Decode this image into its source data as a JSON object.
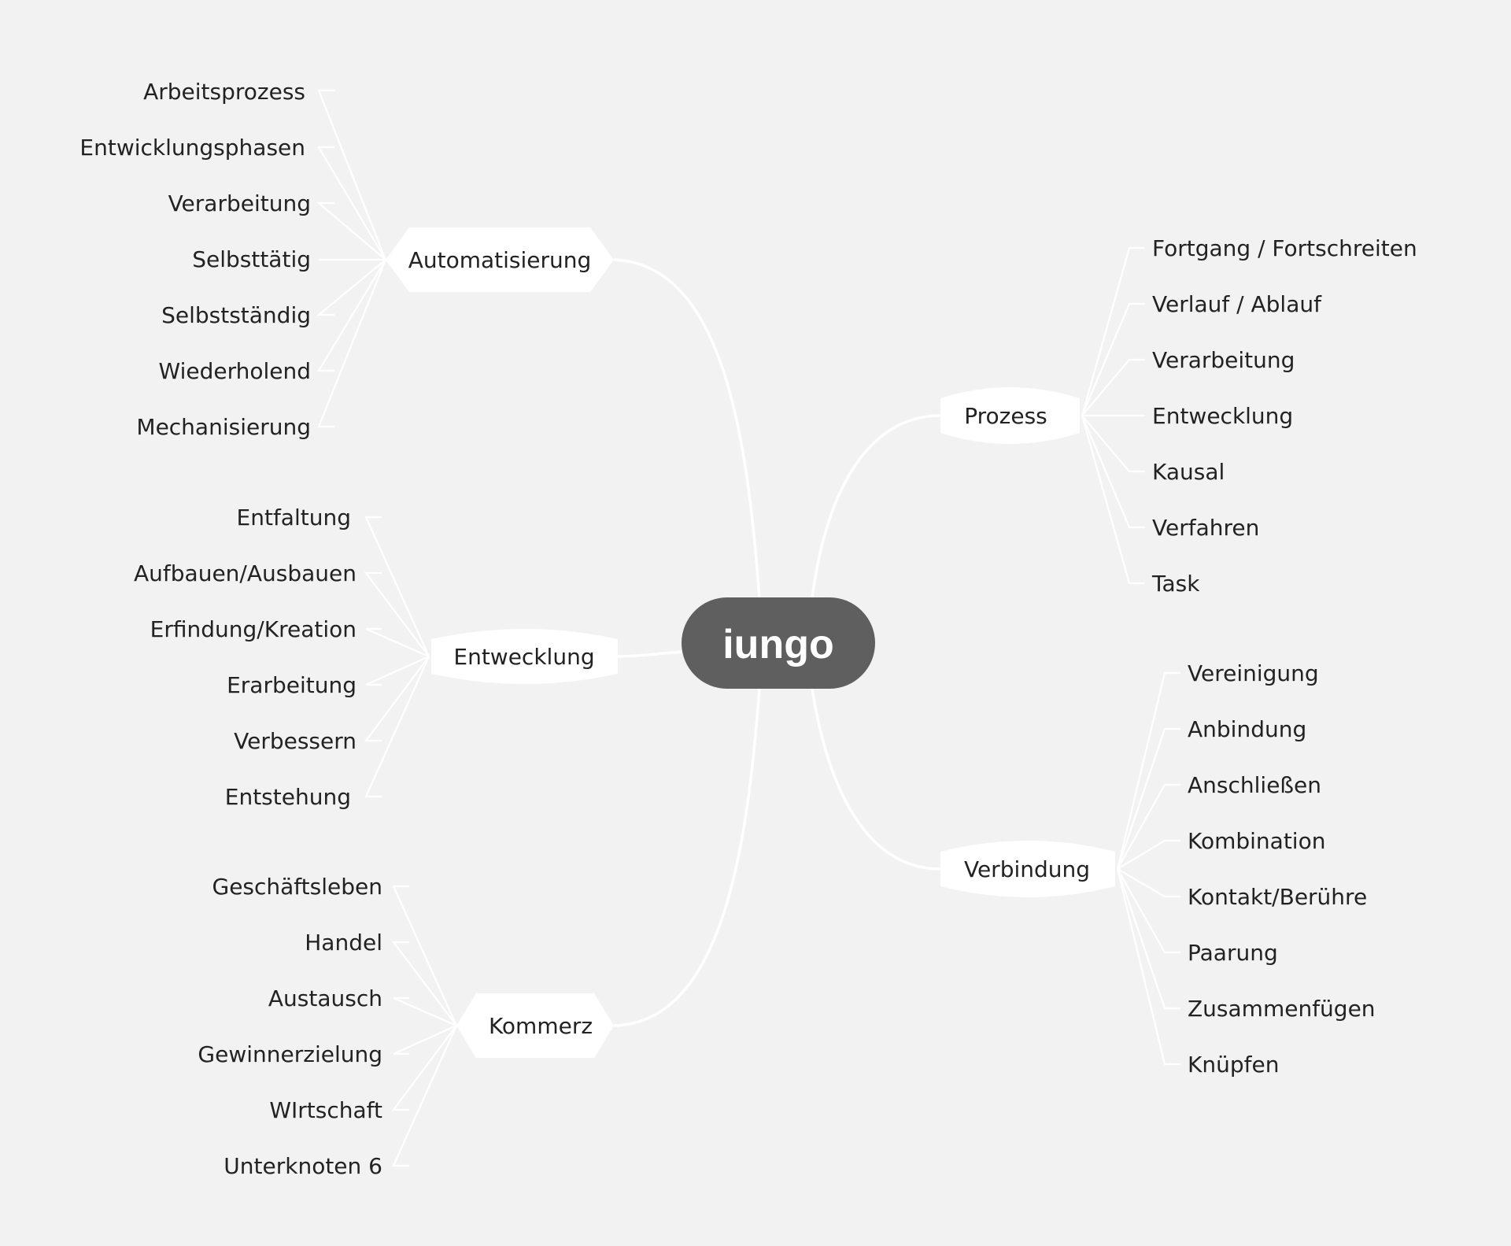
{
  "root": {
    "label": "iungo"
  },
  "branches": {
    "automatisierung": {
      "label": "Automatisierung",
      "children": [
        "Arbeitsprozess",
        "Entwicklungsphasen",
        "Verarbeitung",
        "Selbsttätig",
        "Selbstständig",
        "Wiederholend",
        "Mechanisierung"
      ]
    },
    "entwecklung": {
      "label": "Entwecklung",
      "children": [
        "Entfaltung",
        "Aufbauen/Ausbauen",
        "Erfindung/Kreation",
        "Erarbeitung",
        "Verbessern",
        "Entstehung"
      ]
    },
    "kommerz": {
      "label": "Kommerz",
      "children": [
        "Geschäftsleben",
        "Handel",
        "Austausch",
        "Gewinnerzielung",
        "WIrtschaft",
        "Unterknoten 6"
      ]
    },
    "prozess": {
      "label": "Prozess",
      "children": [
        "Fortgang / Fortschreiten",
        "Verlauf / Ablauf",
        "Verarbeitung",
        "Entwecklung",
        "Kausal",
        "Verfahren",
        "Task"
      ]
    },
    "verbindung": {
      "label": "Verbindung",
      "children": [
        "Vereinigung",
        "Anbindung",
        "Anschließen",
        "Kombination",
        "Kontakt/Berühre",
        "Paarung",
        "Zusammenfügen",
        "Knüpfen"
      ]
    }
  }
}
